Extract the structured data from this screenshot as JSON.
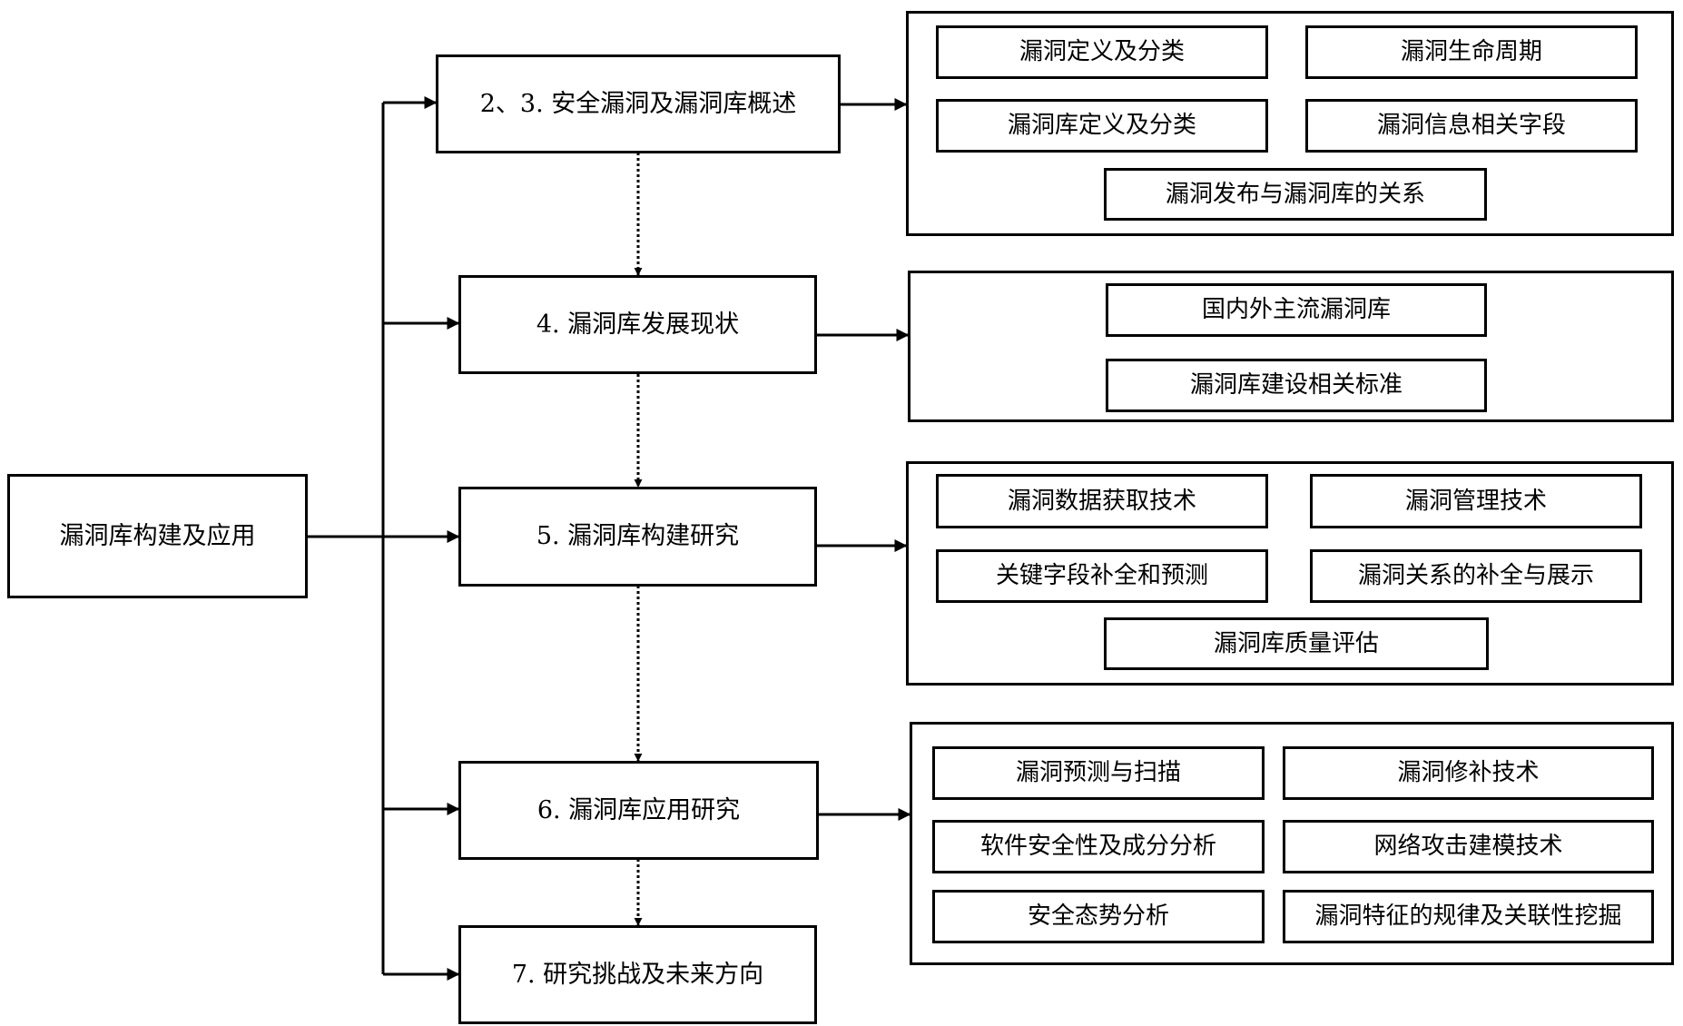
{
  "root": {
    "label": "漏洞库构建及应用"
  },
  "sections": [
    {
      "label": "2、3. 安全漏洞及漏洞库概述",
      "items": [
        "漏洞定义及分类",
        "漏洞生命周期",
        "漏洞库定义及分类",
        "漏洞信息相关字段",
        "漏洞发布与漏洞库的关系"
      ]
    },
    {
      "label": "4. 漏洞库发展现状",
      "items": [
        "国内外主流漏洞库",
        "漏洞库建设相关标准"
      ]
    },
    {
      "label": "5. 漏洞库构建研究",
      "items": [
        "漏洞数据获取技术",
        "漏洞管理技术",
        "关键字段补全和预测",
        "漏洞关系的补全与展示",
        "漏洞库质量评估"
      ]
    },
    {
      "label": "6. 漏洞库应用研究",
      "items": [
        "漏洞预测与扫描",
        "漏洞修补技术",
        "软件安全性及成分分析",
        "网络攻击建模技术",
        "安全态势分析",
        "漏洞特征的规律及关联性挖掘"
      ]
    },
    {
      "label": "7. 研究挑战及未来方向",
      "items": []
    }
  ]
}
